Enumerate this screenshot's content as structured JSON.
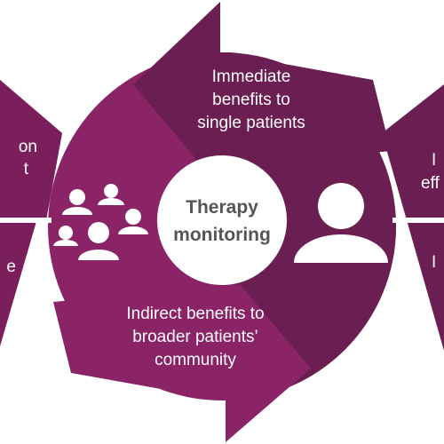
{
  "diagram": {
    "center_label": "Therapy\nmonitoring",
    "top_label": "Immediate\nbenefits to\nsingle patients",
    "bottom_label": "Indirect benefits to\nbroader patients’\ncommunity",
    "left_panel": {
      "line1_fragment": "on",
      "line2_fragment": "t",
      "line3_fragment": "e"
    },
    "right_panel": {
      "line1_fragment": "I",
      "line2_fragment": "eff",
      "line3_fragment": "I"
    },
    "icons": {
      "left": "group-of-people-icon",
      "right": "single-person-icon"
    },
    "colors": {
      "light_magenta": "#8b2466",
      "dark_plum": "#6b1e52",
      "side_panel": "#7a1f5c",
      "center_circle": "#ffffff",
      "center_text": "#555555"
    }
  }
}
